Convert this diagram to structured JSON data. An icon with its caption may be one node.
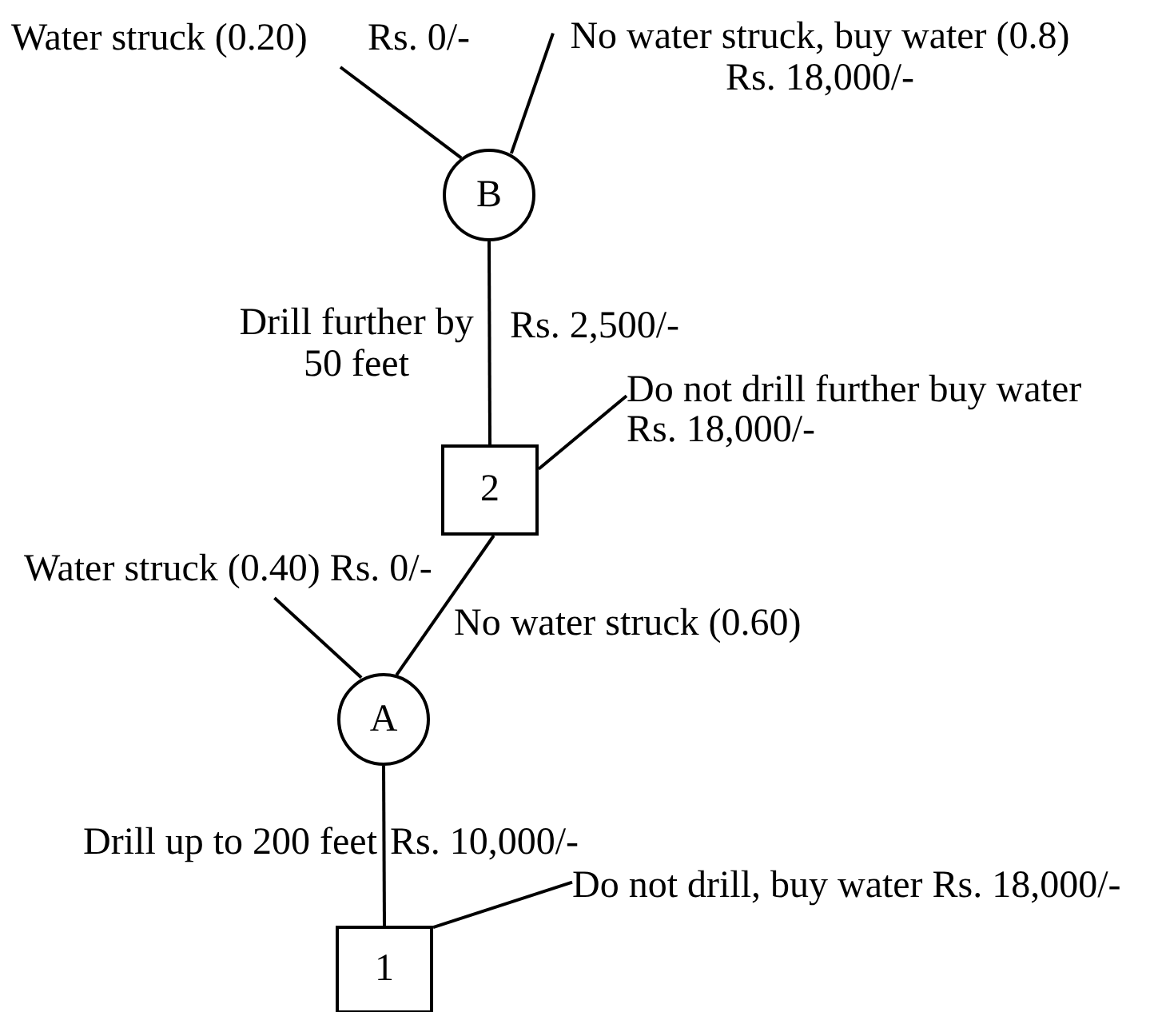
{
  "diagram": {
    "nodes": [
      {
        "text": [
          "Water struck (0.20)",
          "Rs. 0/-"
        ]
      },
      {
        "text": [
          "No water struck, buy water (0.8)",
          "Rs. 18,000/-"
        ]
      },
      {
        "text": [
          "B"
        ]
      },
      {
        "text": [
          "Do not drill further buy water Rs. 18,000/-"
        ]
      },
      {
        "text": [
          "2"
        ]
      },
      {
        "text": [
          "Water struck (0.40) Rs. 0/-"
        ]
      },
      {
        "text": [
          "A"
        ]
      },
      {
        "text": [
          "Do not drill, buy water Rs. 18,000/-"
        ]
      },
      {
        "text": [
          "1"
        ]
      }
    ],
    "edges": [
      {
        "from": 8,
        "to": 6,
        "arrow": "none",
        "label": "Drill up to 200 feet"
      },
      {
        "from": 8,
        "to": 7,
        "arrow": "none"
      },
      {
        "from": 6,
        "to": 5,
        "arrow": "none"
      },
      {
        "from": 6,
        "to": 4,
        "arrow": "none",
        "label": "No water struck (0.60)"
      },
      {
        "from": 4,
        "to": 3,
        "arrow": "none"
      },
      {
        "from": 4,
        "to": 2,
        "arrow": "none",
        "label": "Drill further by 50 feet"
      },
      {
        "from": 2,
        "to": 0,
        "arrow": "none"
      },
      {
        "from": 2,
        "to": 1,
        "arrow": "none"
      }
    ],
    "labels": [
      "Rs. 2,500/-",
      "Rs. 10,000/-"
    ]
  }
}
